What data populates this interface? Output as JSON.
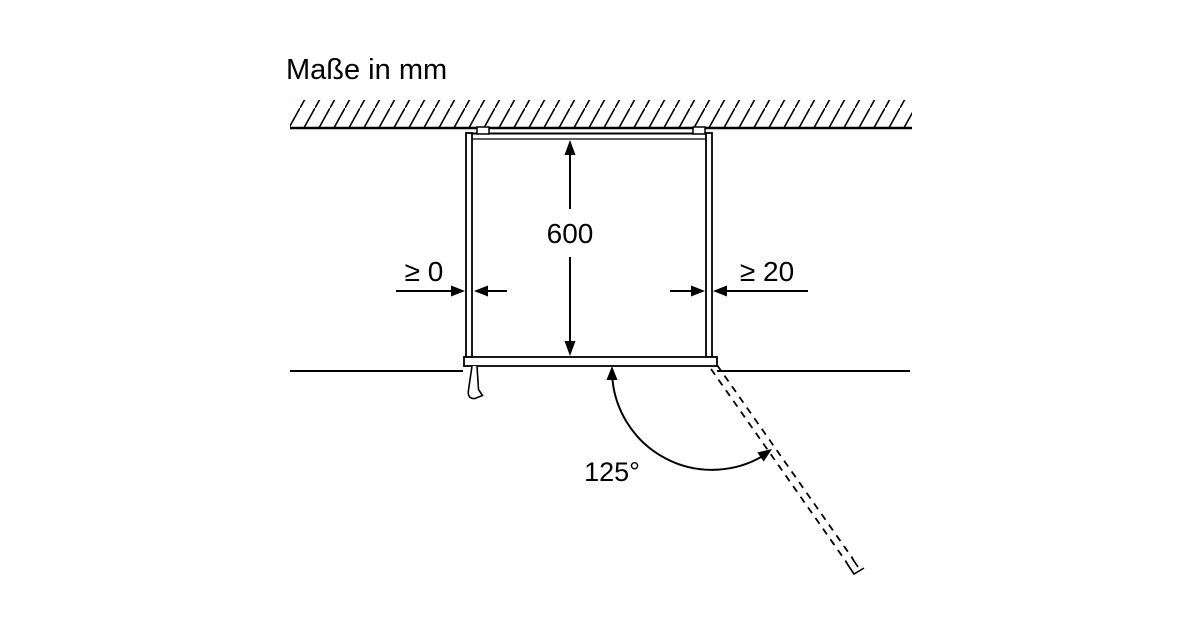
{
  "title": "Maße in mm",
  "diagram": {
    "type": "appliance-installation-top-view",
    "unit": "mm",
    "labels": {
      "depth": "600",
      "left_clearance": "≥ 0",
      "right_clearance": "≥ 20",
      "door_angle": "125°"
    },
    "colors": {
      "line": "#000000",
      "background": "#ffffff"
    }
  }
}
